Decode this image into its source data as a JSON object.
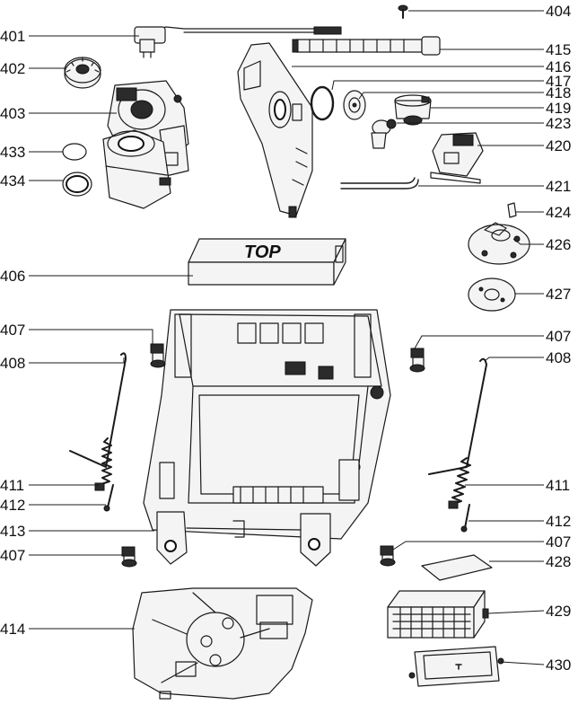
{
  "callouts": [
    {
      "id": "c401",
      "text": "401"
    },
    {
      "id": "c402",
      "text": "402"
    },
    {
      "id": "c403",
      "text": "403"
    },
    {
      "id": "c433",
      "text": "433"
    },
    {
      "id": "c434",
      "text": "434"
    },
    {
      "id": "c406",
      "text": "406"
    },
    {
      "id": "c407a",
      "text": "407"
    },
    {
      "id": "c408a",
      "text": "408"
    },
    {
      "id": "c411a",
      "text": "411"
    },
    {
      "id": "c412a",
      "text": "412"
    },
    {
      "id": "c413",
      "text": "413"
    },
    {
      "id": "c407b",
      "text": "407"
    },
    {
      "id": "c414",
      "text": "414"
    },
    {
      "id": "c404",
      "text": "404"
    },
    {
      "id": "c415",
      "text": "415"
    },
    {
      "id": "c416",
      "text": "416"
    },
    {
      "id": "c417",
      "text": "417"
    },
    {
      "id": "c418",
      "text": "418"
    },
    {
      "id": "c419",
      "text": "419"
    },
    {
      "id": "c423",
      "text": "423"
    },
    {
      "id": "c420",
      "text": "420"
    },
    {
      "id": "c421",
      "text": "421"
    },
    {
      "id": "c424",
      "text": "424"
    },
    {
      "id": "c426",
      "text": "426"
    },
    {
      "id": "c427",
      "text": "427"
    },
    {
      "id": "c407c",
      "text": "407"
    },
    {
      "id": "c408b",
      "text": "408"
    },
    {
      "id": "c411b",
      "text": "411"
    },
    {
      "id": "c412b",
      "text": "412"
    },
    {
      "id": "c407d",
      "text": "407"
    },
    {
      "id": "c428",
      "text": "428"
    },
    {
      "id": "c429",
      "text": "429"
    },
    {
      "id": "c430",
      "text": "430"
    }
  ],
  "packaging_label": "TOP",
  "colors": {
    "line": "#1a1a1a",
    "background": "#ffffff"
  }
}
